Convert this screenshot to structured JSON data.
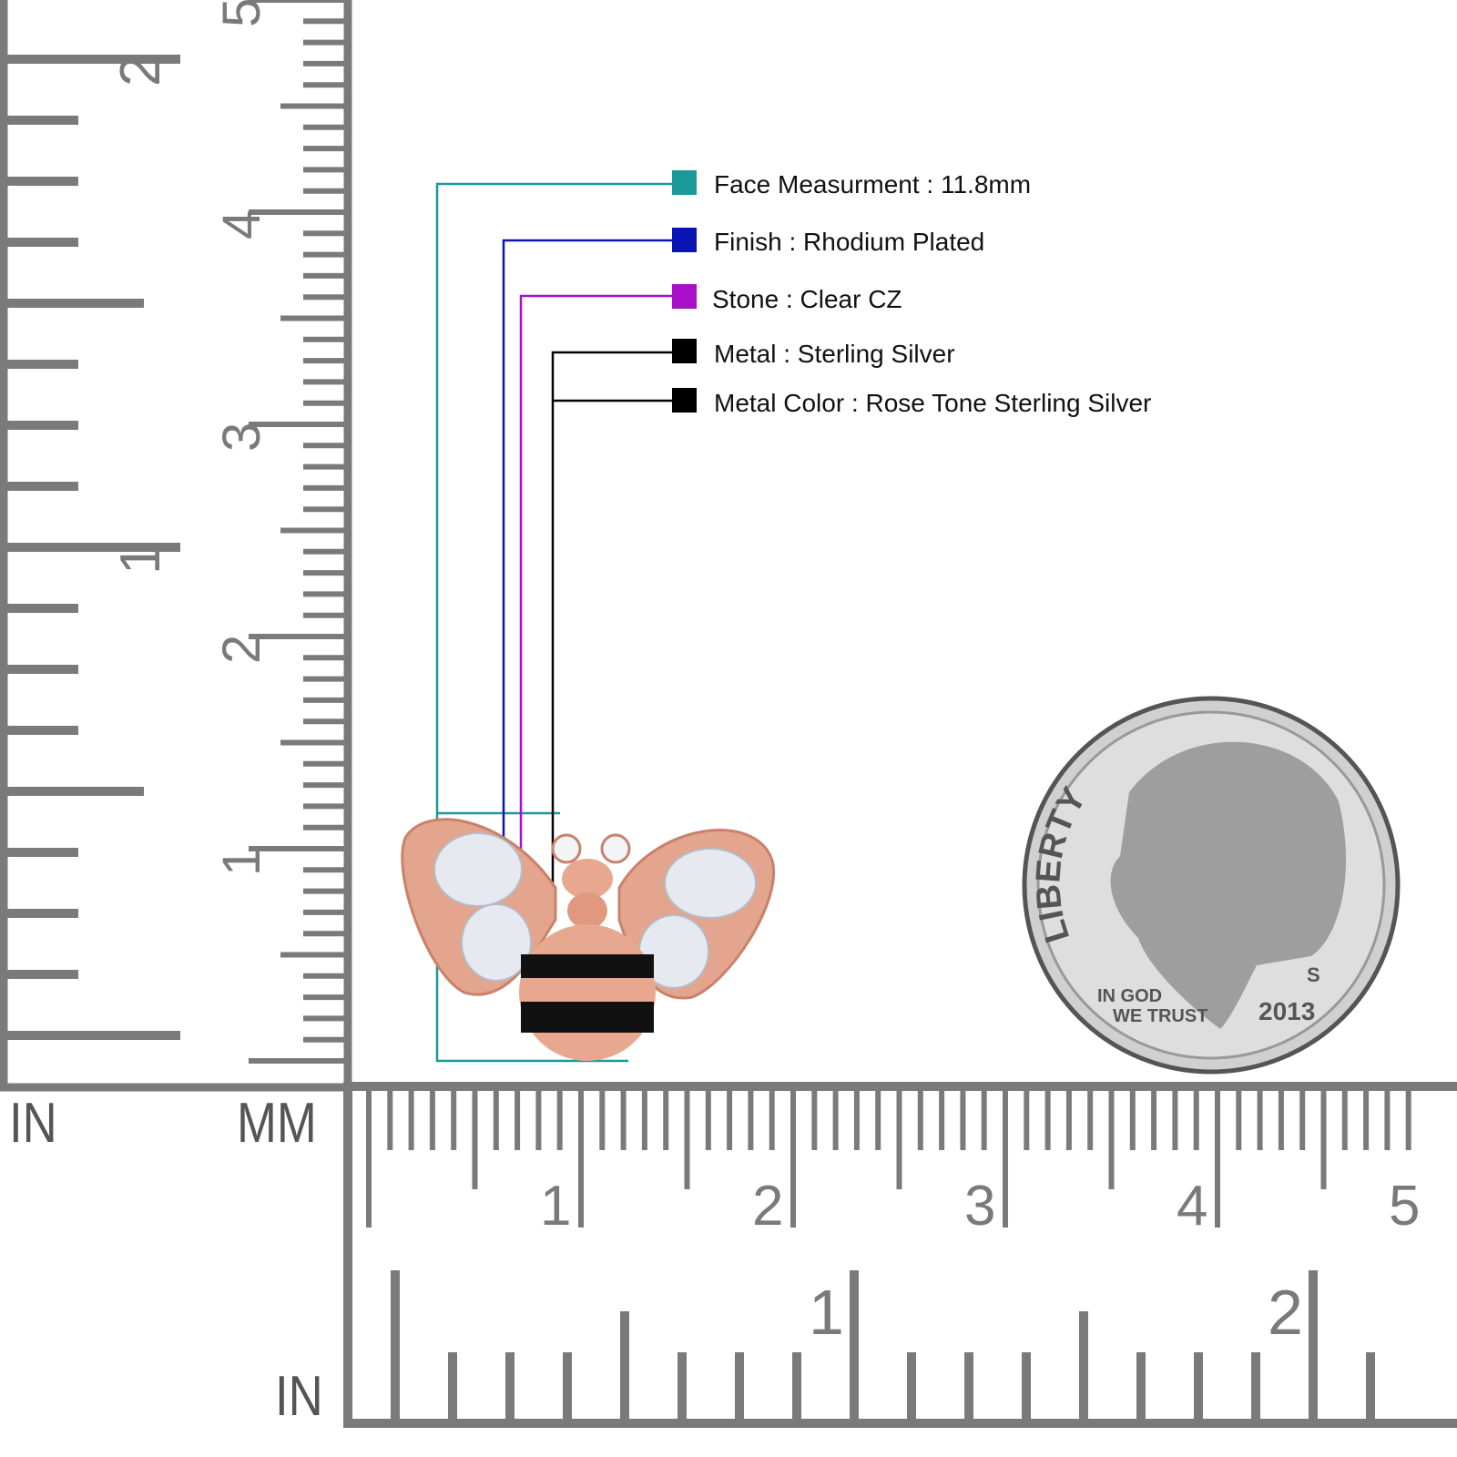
{
  "legend": [
    {
      "label": "Face Measurment : 11.8mm",
      "color": "#1a9999"
    },
    {
      "label": "Finish : Rhodium Plated",
      "color": "#0a14b4"
    },
    {
      "label": "Stone : Clear CZ",
      "color": "#a80fc8"
    },
    {
      "label": "Metal : Sterling Silver",
      "color": "#000000"
    },
    {
      "label": "Metal Color : Rose Tone Sterling Silver",
      "color": "#000000"
    }
  ],
  "rulers": {
    "left_unit_label": "IN",
    "mm_unit_label": "MM",
    "bottom_in_label": "IN",
    "vertical_mm_labels": [
      "1",
      "2",
      "3",
      "4",
      "5"
    ],
    "vertical_in_labels": [
      "1",
      "2"
    ],
    "horizontal_mm_labels": [
      "1",
      "2",
      "3",
      "4",
      "5"
    ],
    "horizontal_in_labels": [
      "1",
      "2"
    ],
    "ruler_color": "#7a7a7a"
  },
  "coin": {
    "liberty": "LIBERTY",
    "motto_line1": "IN GOD",
    "motto_line2": "WE TRUST",
    "year": "2013",
    "mint_mark": "S"
  }
}
